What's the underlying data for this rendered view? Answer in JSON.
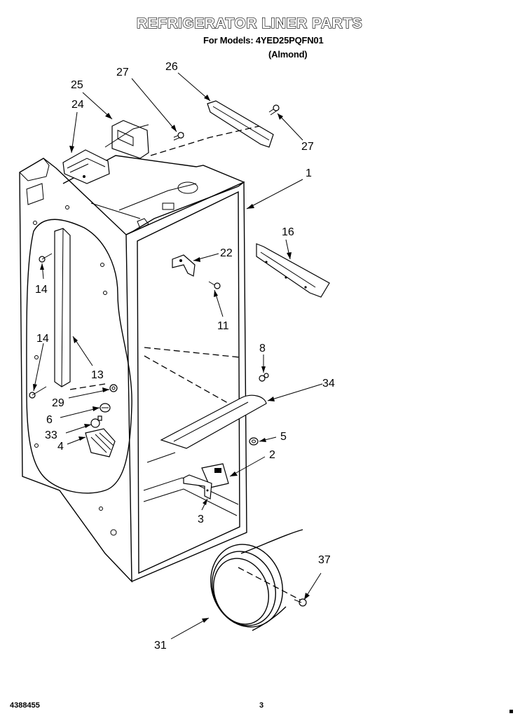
{
  "header": {
    "title": "REFRIGERATOR LINER PARTS",
    "models": "For Models: 4YED25PQFN01",
    "color": "(Almond)"
  },
  "footer": {
    "doc_number": "4388455",
    "page_number": "3"
  },
  "callouts": [
    {
      "id": "c25",
      "label": "25"
    },
    {
      "id": "c27a",
      "label": "27"
    },
    {
      "id": "c26",
      "label": "26"
    },
    {
      "id": "c24",
      "label": "24"
    },
    {
      "id": "c27b",
      "label": "27"
    },
    {
      "id": "c1",
      "label": "1"
    },
    {
      "id": "c16",
      "label": "16"
    },
    {
      "id": "c22",
      "label": "22"
    },
    {
      "id": "c14a",
      "label": "14"
    },
    {
      "id": "c11",
      "label": "11"
    },
    {
      "id": "c14b",
      "label": "14"
    },
    {
      "id": "c8",
      "label": "8"
    },
    {
      "id": "c13",
      "label": "13"
    },
    {
      "id": "c34",
      "label": "34"
    },
    {
      "id": "c29",
      "label": "29"
    },
    {
      "id": "c6",
      "label": "6"
    },
    {
      "id": "c5",
      "label": "5"
    },
    {
      "id": "c33",
      "label": "33"
    },
    {
      "id": "c2",
      "label": "2"
    },
    {
      "id": "c4",
      "label": "4"
    },
    {
      "id": "c3",
      "label": "3"
    },
    {
      "id": "c37",
      "label": "37"
    },
    {
      "id": "c31",
      "label": "31"
    }
  ]
}
